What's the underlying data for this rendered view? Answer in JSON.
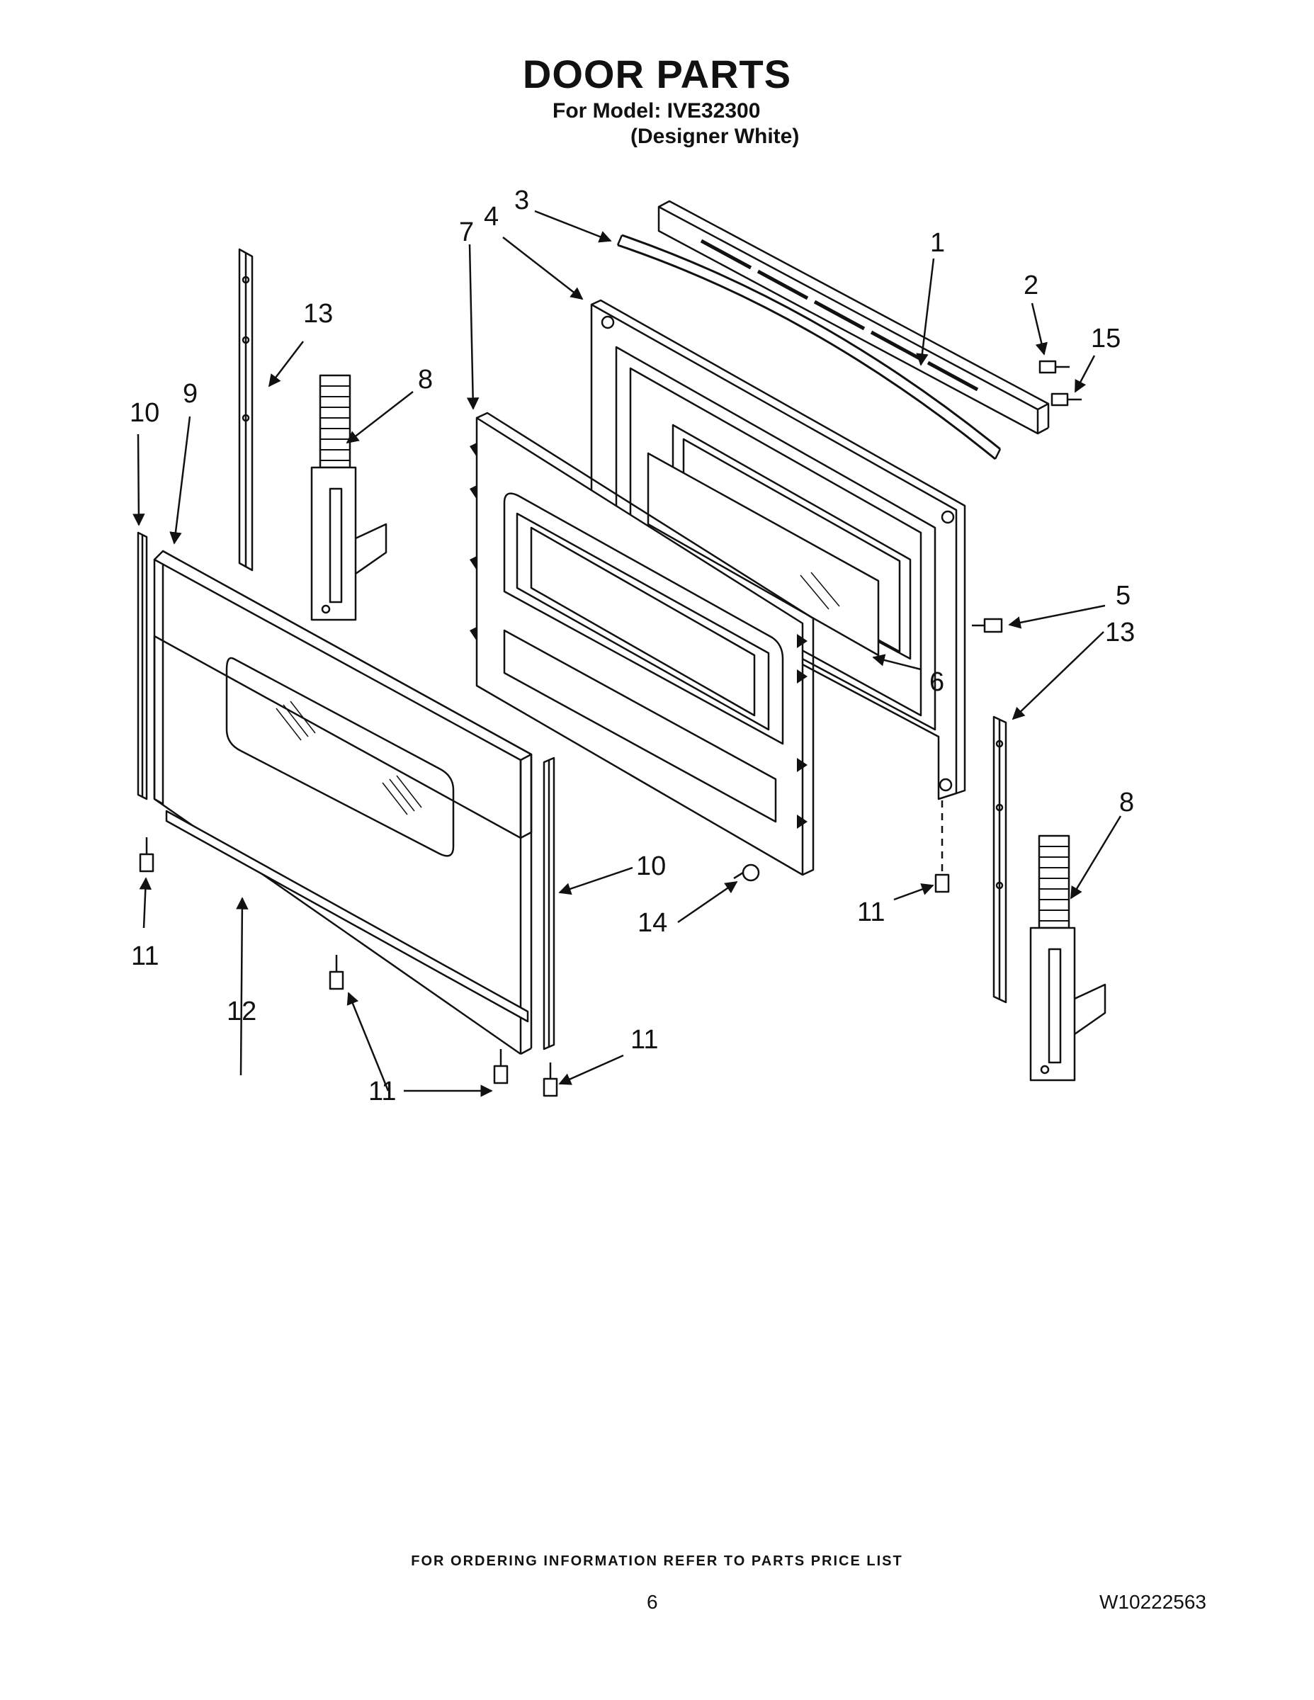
{
  "header": {
    "title": "DOOR PARTS",
    "model_line": "For Model: IVE32300",
    "model_variant": "(Designer White)"
  },
  "callouts": [
    {
      "id": "c1",
      "text": "1"
    },
    {
      "id": "c2",
      "text": "2"
    },
    {
      "id": "c3",
      "text": "3"
    },
    {
      "id": "c4",
      "text": "4"
    },
    {
      "id": "c5",
      "text": "5"
    },
    {
      "id": "c6",
      "text": "6"
    },
    {
      "id": "c7",
      "text": "7"
    },
    {
      "id": "c8a",
      "text": "8"
    },
    {
      "id": "c8b",
      "text": "8"
    },
    {
      "id": "c9",
      "text": "9"
    },
    {
      "id": "c10a",
      "text": "10"
    },
    {
      "id": "c10b",
      "text": "10"
    },
    {
      "id": "c11a",
      "text": "11"
    },
    {
      "id": "c11b",
      "text": "11"
    },
    {
      "id": "c11c",
      "text": "11"
    },
    {
      "id": "c11d",
      "text": "11"
    },
    {
      "id": "c12",
      "text": "12"
    },
    {
      "id": "c13a",
      "text": "13"
    },
    {
      "id": "c13b",
      "text": "13"
    },
    {
      "id": "c14",
      "text": "14"
    },
    {
      "id": "c15",
      "text": "15"
    }
  ],
  "footer": {
    "ordering_note": "FOR ORDERING INFORMATION REFER TO PARTS PRICE LIST",
    "page_number": "6",
    "document_number": "W10222563"
  }
}
